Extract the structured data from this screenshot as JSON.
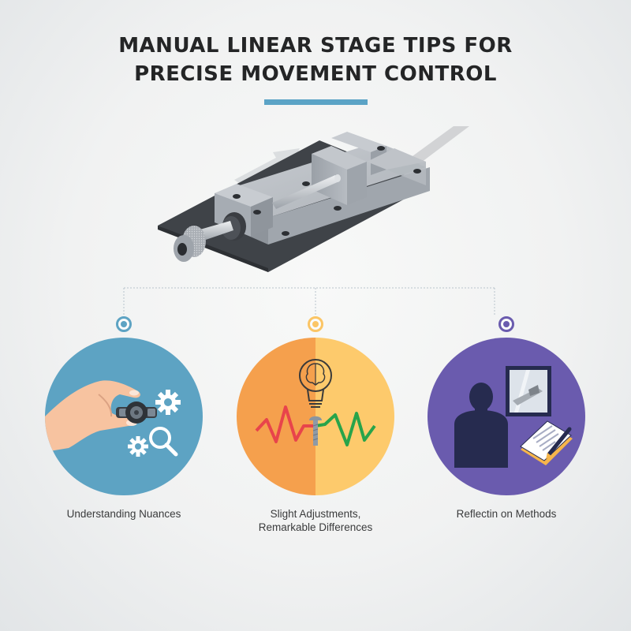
{
  "header": {
    "title_line1": "MANUAL LINEAR STAGE TIPS FOR",
    "title_line2": "PRECISE MOVEMENT CONTROL",
    "accent_bar_color": "#5ba3c6"
  },
  "hero": {
    "illustration": "manual-linear-stage",
    "motion_arrow": "right-arrow-icon"
  },
  "tips": [
    {
      "label_line1": "Understanding Nuances",
      "label_line2": "",
      "color": "#5da3c3",
      "icons": [
        "hand-icon",
        "knob-icon",
        "gear-icon",
        "magnifier-icon"
      ]
    },
    {
      "label_line1": "Slight Adjustments,",
      "label_line2": "Remarkable Differences",
      "color_left": "#f5a04d",
      "color_right": "#fdca6c",
      "icons": [
        "lightbulb-brain-icon",
        "waveform-icon",
        "screw-icon"
      ]
    },
    {
      "label_line1": "Reflectin on Methods",
      "label_line2": "",
      "color": "#6a5bae",
      "icons": [
        "person-silhouette-icon",
        "mirror-icon",
        "notepad-pen-icon"
      ]
    }
  ]
}
